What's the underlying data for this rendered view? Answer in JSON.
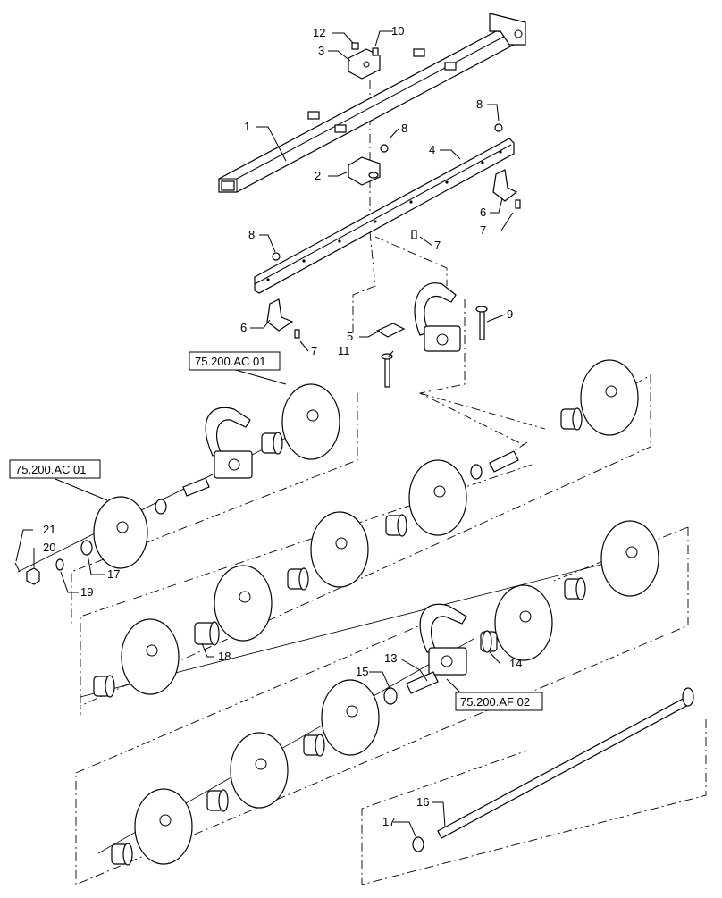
{
  "callouts": {
    "c1": "1",
    "c2": "2",
    "c3": "3",
    "c4": "4",
    "c5": "5",
    "c6a": "6",
    "c6b": "6",
    "c7a": "7",
    "c7b": "7",
    "c7c": "7",
    "c8a": "8",
    "c8b": "8",
    "c8c": "8",
    "c9": "9",
    "c10": "10",
    "c11": "11",
    "c12": "12",
    "c13": "13",
    "c14": "14",
    "c15": "15",
    "c16": "16",
    "c17a": "17",
    "c17b": "17",
    "c18": "18",
    "c19": "19",
    "c20": "20",
    "c21": "21"
  },
  "references": {
    "ref_ac_upper": "75.200.AC 01",
    "ref_ac_left": "75.200.AC 01",
    "ref_af": "75.200.AF 02"
  }
}
